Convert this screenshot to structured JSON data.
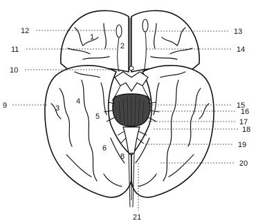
{
  "labels": {
    "l1": "1",
    "l2": "2",
    "l3": "3",
    "l4": "4",
    "l5": "5",
    "l6": "6",
    "l8": "8",
    "l9": "9",
    "l10": "10",
    "l11": "11",
    "l12": "12",
    "l13": "13",
    "l14": "14",
    "l15": "15",
    "l16": "16",
    "l17": "17",
    "l18": "18",
    "l19": "19",
    "l20": "20",
    "l21": "21"
  }
}
